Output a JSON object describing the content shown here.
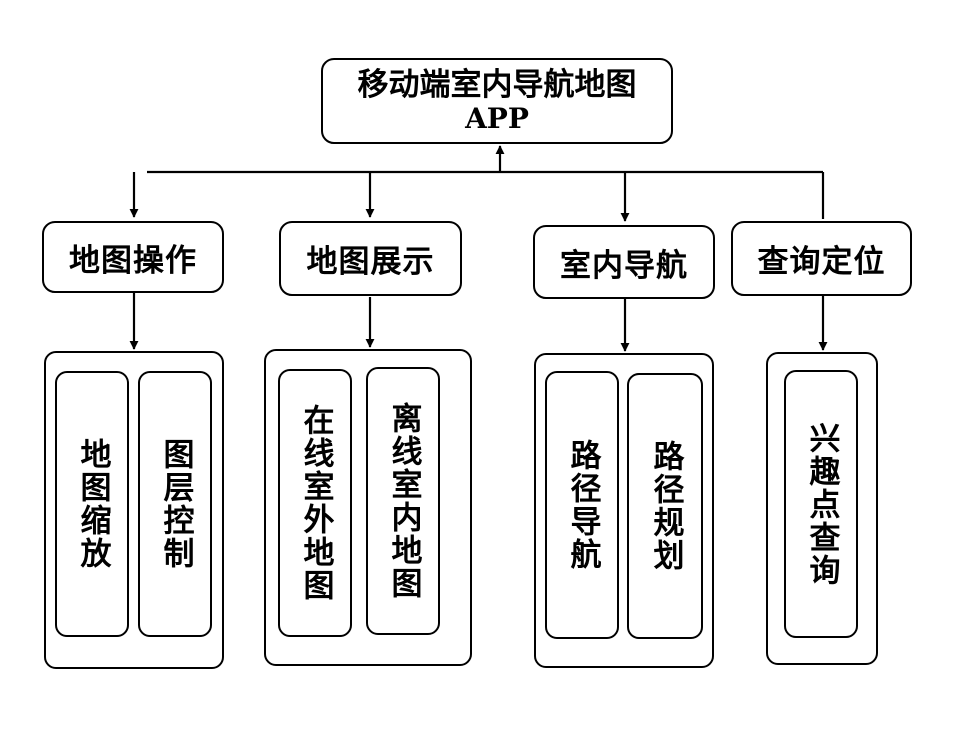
{
  "root": {
    "title": "移动端室内导航地图",
    "subtitle": "APP"
  },
  "categories": [
    {
      "label": "地图操作",
      "items": [
        "地图缩放",
        "图层控制"
      ]
    },
    {
      "label": "地图展示",
      "items": [
        "在线室外地图",
        "离线室内地图"
      ]
    },
    {
      "label": "室内导航",
      "items": [
        "路径导航",
        "路径规划"
      ]
    },
    {
      "label": "查询定位",
      "items": [
        "兴趣点查询"
      ]
    }
  ]
}
